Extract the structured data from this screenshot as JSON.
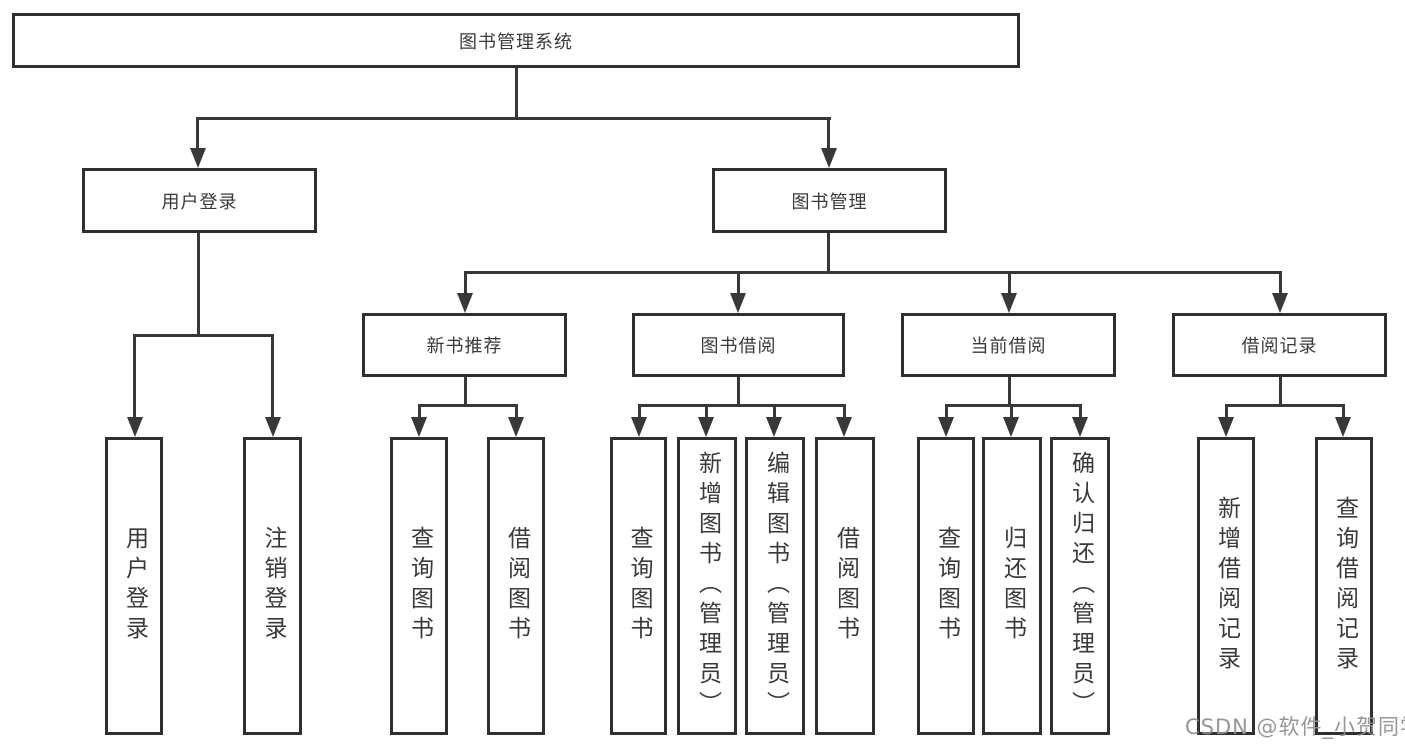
{
  "tree": {
    "root": {
      "label": "图书管理系统"
    },
    "branches": [
      {
        "label": "用户登录",
        "children": [
          {
            "label": "用户登录"
          },
          {
            "label": "注销登录"
          }
        ]
      },
      {
        "label": "图书管理",
        "groups": [
          {
            "label": "新书推荐",
            "children": [
              {
                "label": "查询图书"
              },
              {
                "label": "借阅图书"
              }
            ]
          },
          {
            "label": "图书借阅",
            "children": [
              {
                "label": "查询图书"
              },
              {
                "label": "新增图书（管理员）"
              },
              {
                "label": "编辑图书（管理员）"
              },
              {
                "label": "借阅图书"
              }
            ]
          },
          {
            "label": "当前借阅",
            "children": [
              {
                "label": "查询图书"
              },
              {
                "label": "归还图书"
              },
              {
                "label": "确认归还（管理员）"
              }
            ]
          },
          {
            "label": "借阅记录",
            "children": [
              {
                "label": "新增借阅记录"
              },
              {
                "label": "查询借阅记录"
              }
            ]
          }
        ]
      }
    ]
  },
  "watermark": {
    "text": "CSDN @软件_小贺同学"
  },
  "colors": {
    "line": "#383838",
    "box_border": "#2f2f2f",
    "box_fill": "#ffffff",
    "text": "#3a3a3a",
    "watermark": "#919191"
  }
}
